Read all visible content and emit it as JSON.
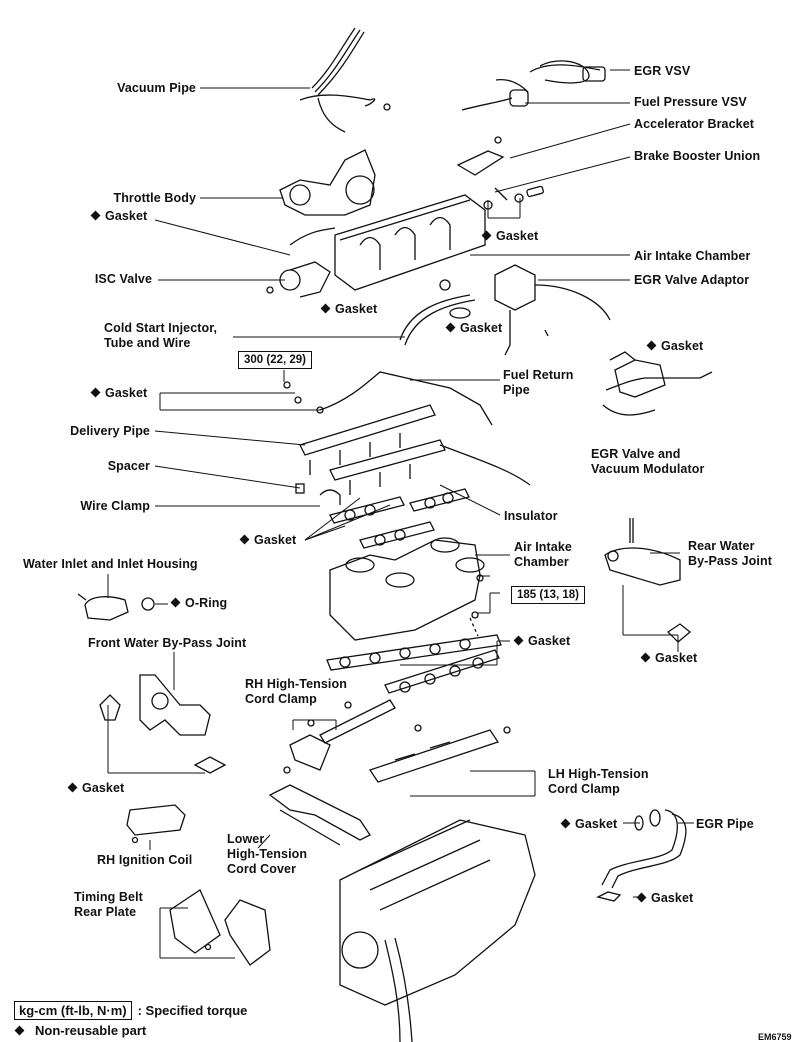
{
  "figure_code": "EM6759",
  "labels": {
    "vacuum_pipe": "Vacuum Pipe",
    "egr_vsv": "EGR VSV",
    "fuel_pressure_vsv": "Fuel Pressure VSV",
    "accelerator_bracket": "Accelerator Bracket",
    "brake_booster_union": "Brake Booster Union",
    "throttle_body": "Throttle Body",
    "gasket_throttle": "Gasket",
    "gasket_brake_union": "Gasket",
    "air_intake_chamber_upper": "Air Intake Chamber",
    "egr_valve_adaptor": "EGR Valve Adaptor",
    "isc_valve": "ISC Valve",
    "gasket_isc": "Gasket",
    "gasket_egr_adaptor": "Gasket",
    "cold_start_injector_line1": "Cold Start Injector,",
    "cold_start_injector_line2": "Tube and Wire",
    "gasket_egr_valve": "Gasket",
    "gasket_fuel_return": "Gasket",
    "fuel_return_pipe_line1": "Fuel Return",
    "fuel_return_pipe_line2": "Pipe",
    "delivery_pipe": "Delivery Pipe",
    "egr_valve_line1": "EGR Valve and",
    "egr_valve_line2": "Vacuum Modulator",
    "spacer": "Spacer",
    "wire_clamp": "Wire Clamp",
    "insulator": "Insulator",
    "gasket_intake_ports": "Gasket",
    "air_intake_chamber_lower_line1": "Air Intake",
    "air_intake_chamber_lower_line2": "Chamber",
    "rear_water_bypass_line1": "Rear Water",
    "rear_water_bypass_line2": "By-Pass Joint",
    "water_inlet": "Water Inlet and Inlet Housing",
    "o_ring": "O-Ring",
    "gasket_manifold": "Gasket",
    "gasket_rear_water": "Gasket",
    "front_water_bypass": "Front Water By-Pass Joint",
    "rh_cord_clamp_line1": "RH High-Tension",
    "rh_cord_clamp_line2": "Cord Clamp",
    "lh_cord_clamp_line1": "LH High-Tension",
    "lh_cord_clamp_line2": "Cord Clamp",
    "gasket_front_water": "Gasket",
    "gasket_egr_pipe_upper": "Gasket",
    "egr_pipe": "EGR Pipe",
    "rh_ignition_coil": "RH Ignition Coil",
    "lower_cord_cover_line1": "Lower",
    "lower_cord_cover_line2": "High-Tension",
    "lower_cord_cover_line3": "Cord Cover",
    "gasket_egr_pipe_lower": "Gasket",
    "timing_belt_line1": "Timing Belt",
    "timing_belt_line2": "Rear Plate"
  },
  "torque_specs": {
    "fuel_return_union": "300 (22, 29)",
    "intake_chamber_bolts": "185 (13, 18)"
  },
  "legend": {
    "torque_unit_box": "kg-cm (ft-lb, N·m)",
    "torque_text": ": Specified torque",
    "nonreusable_text": "Non-reusable part"
  }
}
